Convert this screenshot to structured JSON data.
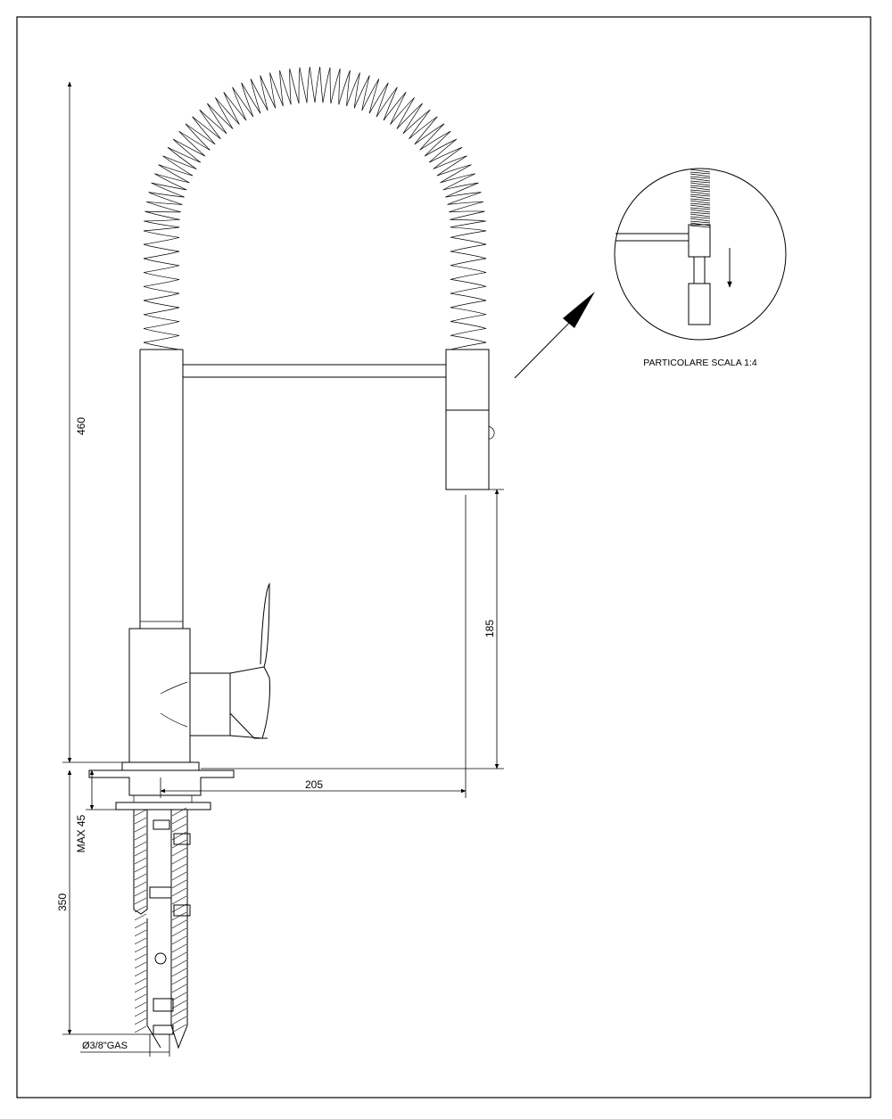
{
  "dimensions": {
    "total_height": "460",
    "spout_height": "185",
    "reach": "205",
    "max_thickness": "MAX 45",
    "hose_length": "350",
    "connection": "Ø3/8\"GAS"
  },
  "detail": {
    "caption": "PARTICOLARE SCALA 1:4"
  }
}
